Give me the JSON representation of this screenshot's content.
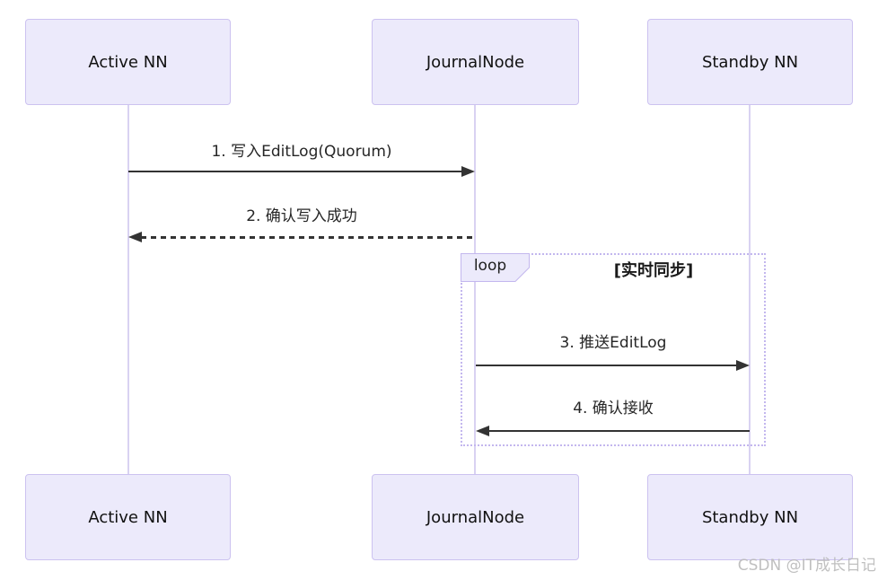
{
  "diagram_type": "sequence-diagram",
  "actors": [
    {
      "label": "Active NN"
    },
    {
      "label": "JournalNode"
    },
    {
      "label": "Standby NN"
    }
  ],
  "messages": [
    {
      "label": "1. 写入EditLog(Quorum)",
      "from": "Active NN",
      "to": "JournalNode",
      "line": "solid"
    },
    {
      "label": "2. 确认写入成功",
      "from": "JournalNode",
      "to": "Active NN",
      "line": "dashed"
    },
    {
      "label": "3. 推送EditLog",
      "from": "JournalNode",
      "to": "Standby NN",
      "line": "solid"
    },
    {
      "label": "4. 确认接收",
      "from": "Standby NN",
      "to": "JournalNode",
      "line": "solid"
    }
  ],
  "loop": {
    "keyword": "loop",
    "condition": "[实时同步]"
  },
  "watermark": {
    "text": "CSDN @IT成长日记"
  },
  "colors": {
    "actor_fill": "#ECEAFB",
    "actor_border": "#CCC2F0",
    "lifeline": "#D9D2F2",
    "loop_border": "#C3B7EE",
    "arrow": "#333333",
    "text": "#262626",
    "watermark": "#B9B9B9"
  }
}
